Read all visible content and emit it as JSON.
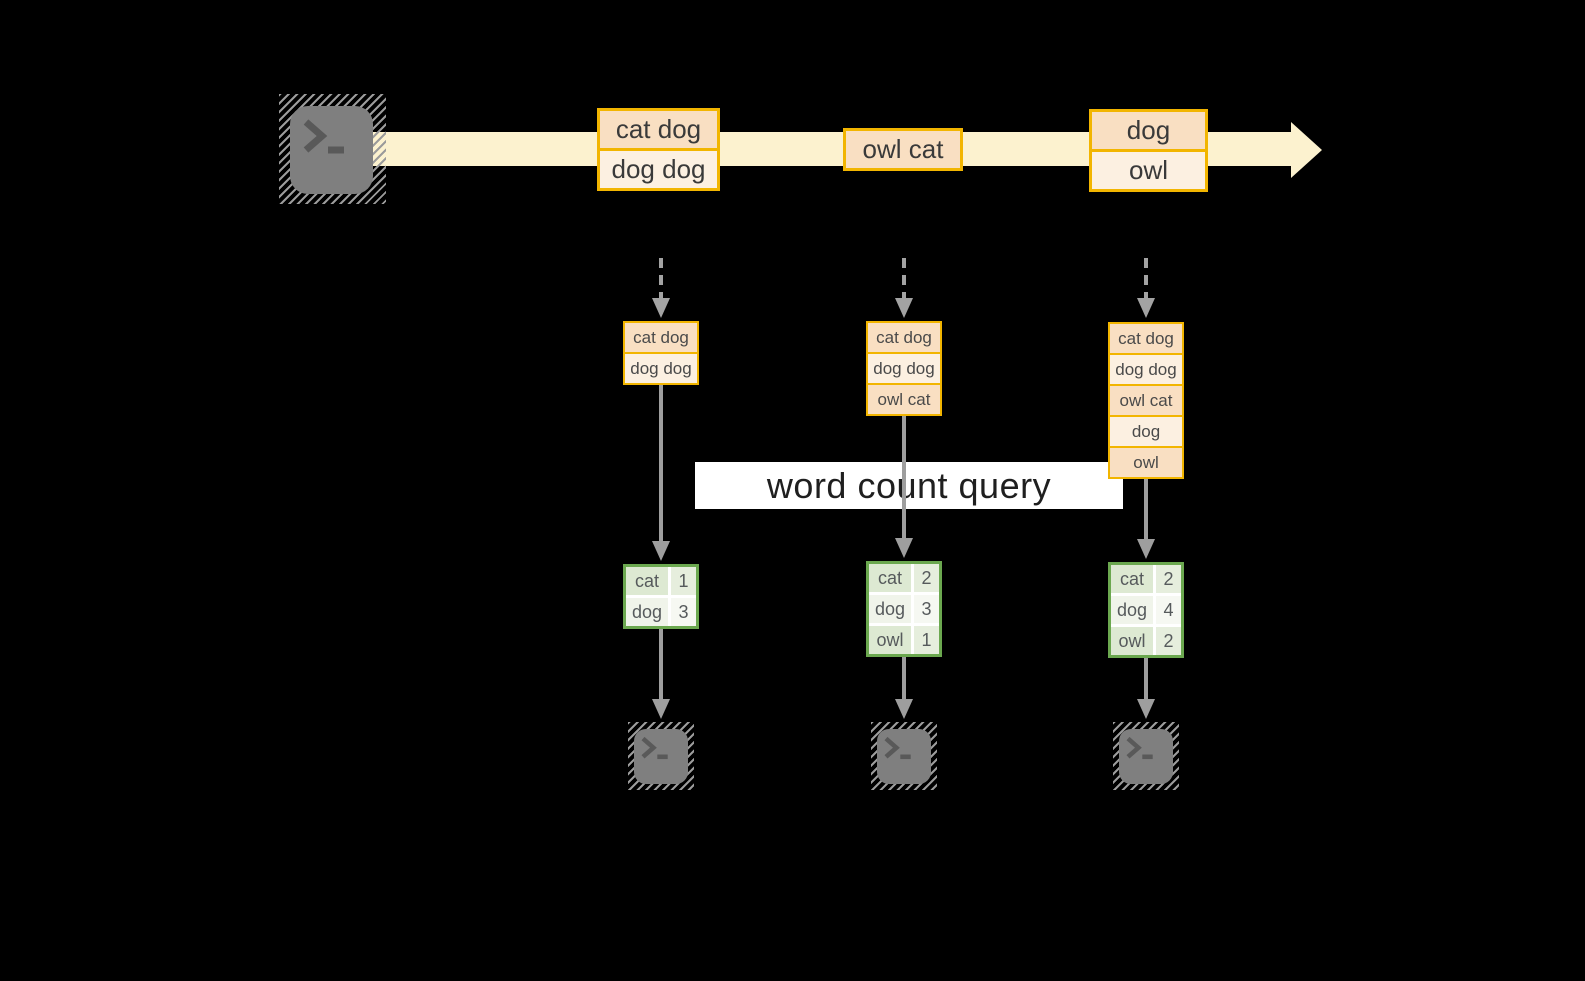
{
  "diagram": {
    "query_banner": "word count query",
    "stream_events": [
      {
        "rows": [
          "cat dog",
          "dog dog"
        ]
      },
      {
        "rows": [
          "owl cat"
        ]
      },
      {
        "rows": [
          "dog",
          "owl"
        ]
      }
    ],
    "workers": [
      {
        "buffer": [
          "cat dog",
          "dog dog"
        ],
        "counts": [
          {
            "word": "cat",
            "count": 1
          },
          {
            "word": "dog",
            "count": 3
          }
        ]
      },
      {
        "buffer": [
          "cat dog",
          "dog dog",
          "owl cat"
        ],
        "counts": [
          {
            "word": "cat",
            "count": 2
          },
          {
            "word": "dog",
            "count": 3
          },
          {
            "word": "owl",
            "count": 1
          }
        ]
      },
      {
        "buffer": [
          "cat dog",
          "dog dog",
          "owl cat",
          "dog",
          "owl"
        ],
        "counts": [
          {
            "word": "cat",
            "count": 2
          },
          {
            "word": "dog",
            "count": 4
          },
          {
            "word": "owl",
            "count": 2
          }
        ]
      }
    ],
    "icons": {
      "source": "terminal-icon",
      "sinks": [
        "terminal-icon",
        "terminal-icon",
        "terminal-icon"
      ]
    },
    "colors": {
      "background": "#000000",
      "stream_band": "#fcf2cf",
      "box_border": "#f2b500",
      "box_fill_dark": "#f9dfc2",
      "box_fill_light": "#fcf0e1",
      "table_border": "#6ba84f",
      "table_fill_dark": "#dde9d2",
      "table_fill_light": "#f0f4ea",
      "arrow_gray": "#9e9e9e",
      "terminal_gray": "#7f7f7f",
      "banner_bg": "#ffffff"
    }
  }
}
